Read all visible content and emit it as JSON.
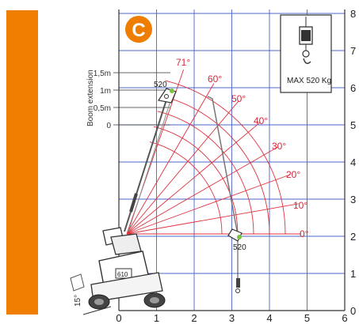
{
  "badge": {
    "letter": "C",
    "color": "#ef7d00"
  },
  "accent_color": "#ef7d00",
  "grid_color": "#4a64c8",
  "arc_color": "#e0303c",
  "chart_data": {
    "type": "diagram",
    "x_ticks": [
      "0",
      "1",
      "2",
      "3",
      "4",
      "5",
      "6"
    ],
    "y_ticks": [
      "0",
      "1",
      "2",
      "3",
      "4",
      "5",
      "6",
      "7",
      "8"
    ],
    "boom_extension_label": "Boom extension",
    "extensions": [
      "1,5m",
      "1m",
      "0,5m",
      "0"
    ],
    "angles": [
      "71°",
      "60°",
      "50°",
      "40°",
      "30°",
      "20°",
      "10°",
      "0°"
    ],
    "load_labels": {
      "top": "520",
      "bottom": "520"
    },
    "max_load": "MAX  520  Kg",
    "tilt_label": "15°"
  }
}
